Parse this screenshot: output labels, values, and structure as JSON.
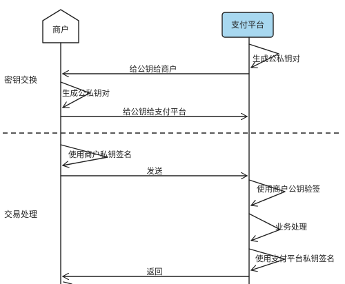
{
  "participants": {
    "merchant": {
      "label": "商户"
    },
    "platform": {
      "label": "支付平台",
      "fill": "#a8d8f0"
    }
  },
  "sections": {
    "key_exchange": "密钥交换",
    "transaction": "交易处理"
  },
  "steps": {
    "platform_gen_keypair": "生成公私钥对",
    "send_pubkey_to_merchant": "给公钥给商户",
    "merchant_gen_keypair": "生成公私钥对",
    "send_pubkey_to_platform": "给公钥给支付平台",
    "merchant_sign": "使用商户私钥签名",
    "send": "发送",
    "verify_merchant_pubkey": "使用商户公钥验签",
    "business_process": "业务处理",
    "platform_sign": "使用支付平台私钥签名",
    "return": "返回"
  }
}
